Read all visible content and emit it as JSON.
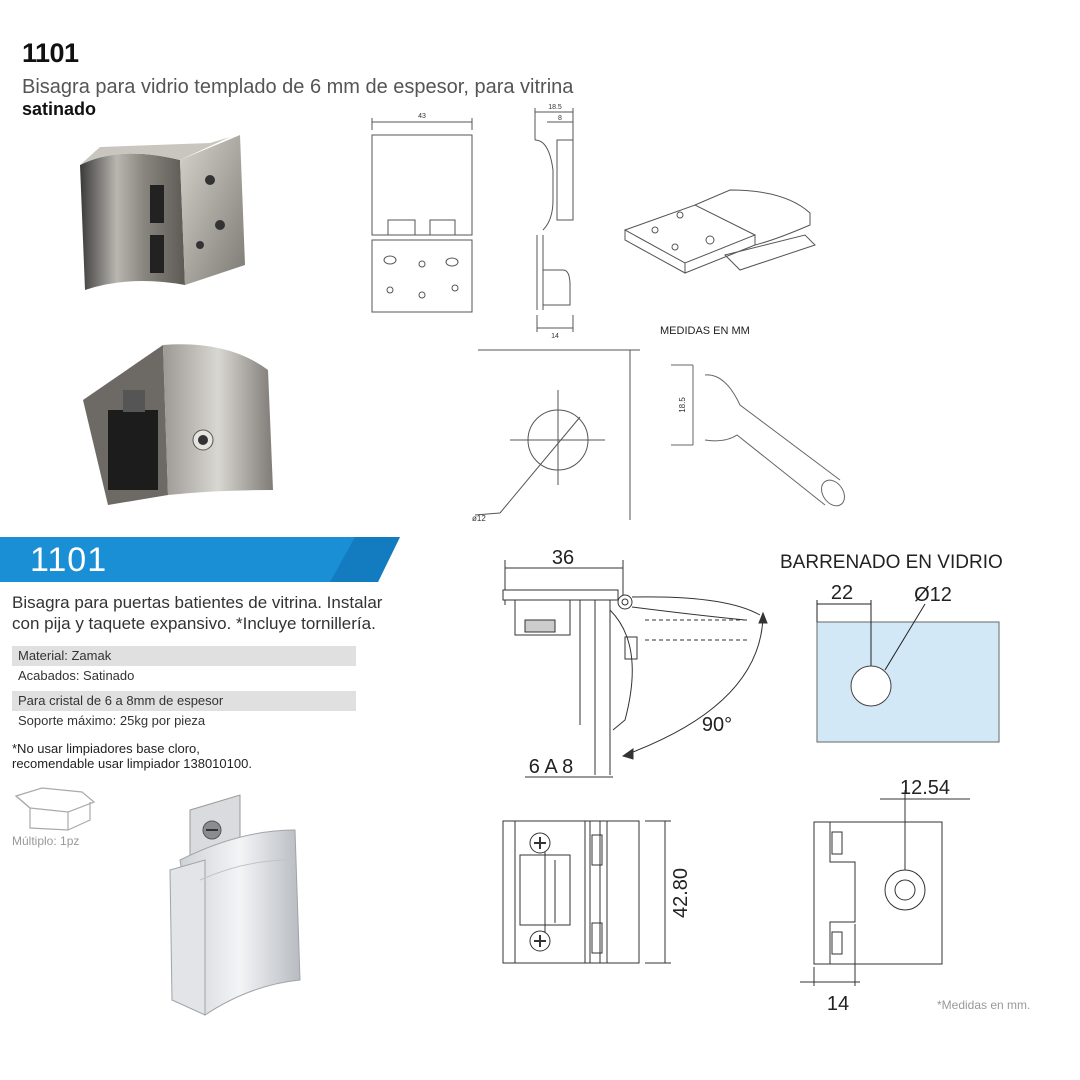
{
  "product": {
    "code": "1101",
    "title": "Bisagra para vidrio templado de 6 mm de espesor, para vitrina",
    "finish": "satinado"
  },
  "banner": {
    "code": "1101",
    "color": "#1a8fd6"
  },
  "description": "Bisagra para puertas batientes de vitrina. Instalar con pija y taquete expansivo. *Incluye tornillería.",
  "specs": [
    {
      "text": "Material: Zamak",
      "shaded": true
    },
    {
      "text": "Acabados: Satinado",
      "shaded": false
    },
    {
      "text": "Para cristal de 6 a 8mm de espesor",
      "shaded": true
    },
    {
      "text": "Soporte máximo: 25kg por pieza",
      "shaded": false
    }
  ],
  "note": {
    "line1": "*No usar limpiadores base cloro,",
    "line2": "recomendable usar limpiador 138010100."
  },
  "multiple": "Múltiplo: 1pz",
  "top_drawings": {
    "dim_43": "43",
    "dim_18_5": "18.5",
    "dim_8": "8",
    "dim_14": "14",
    "medidas": "MEDIDAS EN MM",
    "dim_18_5_side": "18.5",
    "dim_diam_12": "ø12"
  },
  "bottom_drawings": {
    "dim_36": "36",
    "dim_90": "90°",
    "dim_6a8": "6 A 8",
    "barrenado": "BARRENADO EN VIDRIO",
    "dim_22": "22",
    "dim_diam": "Ø12",
    "dim_12_54": "12.54",
    "dim_42_80": "42.80",
    "dim_14": "14",
    "glass_color": "#d3e8f6"
  },
  "medidas_note": "*Medidas en mm."
}
